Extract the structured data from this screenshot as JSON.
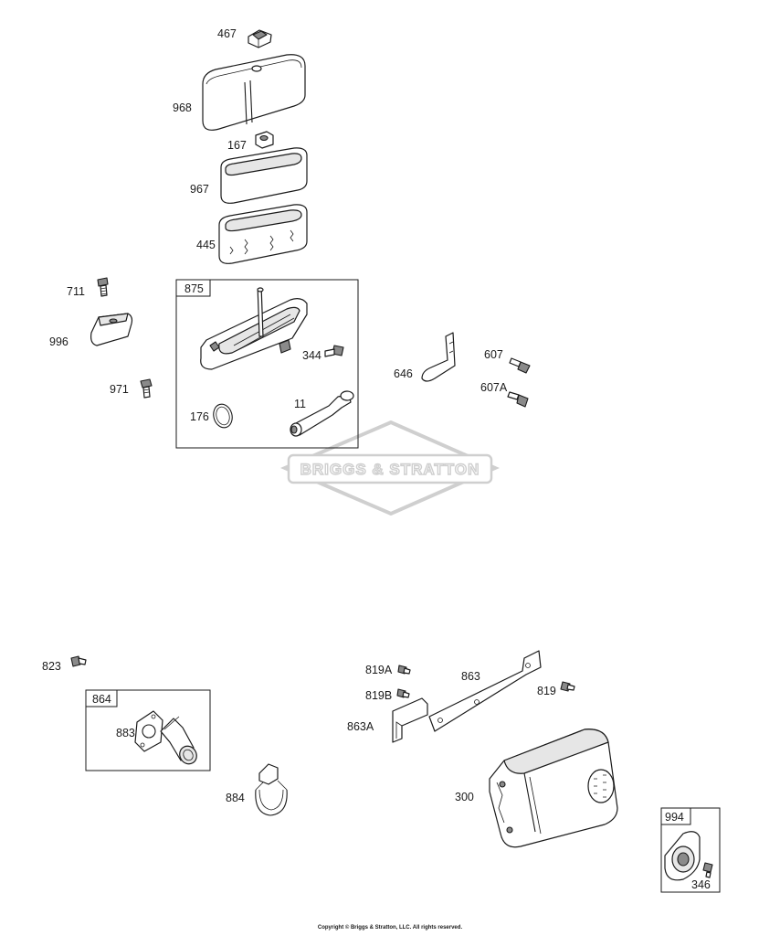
{
  "watermark": {
    "brand": "BRIGGS & STRATTON"
  },
  "parts": {
    "p467": "467",
    "p968": "968",
    "p167": "167",
    "p967": "967",
    "p445": "445",
    "p711": "711",
    "p996": "996",
    "p971": "971",
    "p875": "875",
    "p344": "344",
    "p176": "176",
    "p11": "11",
    "p646": "646",
    "p607": "607",
    "p607A": "607A",
    "p823": "823",
    "p864": "864",
    "p883": "883",
    "p884": "884",
    "p819A": "819A",
    "p819B": "819B",
    "p863A": "863A",
    "p863": "863",
    "p819": "819",
    "p300": "300",
    "p994": "994",
    "p346": "346"
  },
  "footer": {
    "copyright": "Copyright © Briggs & Stratton, LLC. All rights reserved."
  }
}
